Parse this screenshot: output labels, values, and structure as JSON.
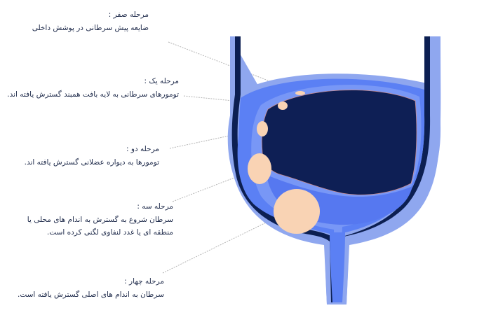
{
  "stages": [
    {
      "id": "stage-0",
      "title": "مرحله صفر :",
      "description": [
        "ضایعه پیش سرطانی در پوشش داخلی"
      ]
    },
    {
      "id": "stage-1",
      "title": "مرحله یک :",
      "description": [
        "تومورهای سرطانی به لایه بافت همبند گسترش یافته اند."
      ]
    },
    {
      "id": "stage-2",
      "title": "مرحله دو :",
      "description": [
        "تومورها به دیواره عضلانی گسترش یافته اند."
      ]
    },
    {
      "id": "stage-3",
      "title": "مرحله سه :",
      "description": [
        "سرطان شروع به گسترش به اندام های محلی یا",
        "منطقه ای یا غدد لنفاوی لگنی کرده است."
      ]
    },
    {
      "id": "stage-4",
      "title": "مرحله چهار :",
      "description": [
        "سرطان به اندام های اصلی گسترش یافته است."
      ]
    }
  ],
  "colors": {
    "outer_wall": "#8fa7ef",
    "dark_wall": "#0c1f52",
    "muscle_layer": "#5b80f4",
    "inner_lumen": "#0e1f55",
    "urine": "#5678f0",
    "tumor": "#f9d3b4",
    "leader_line": "#b5b5b5",
    "text": "#1e2a4a"
  }
}
